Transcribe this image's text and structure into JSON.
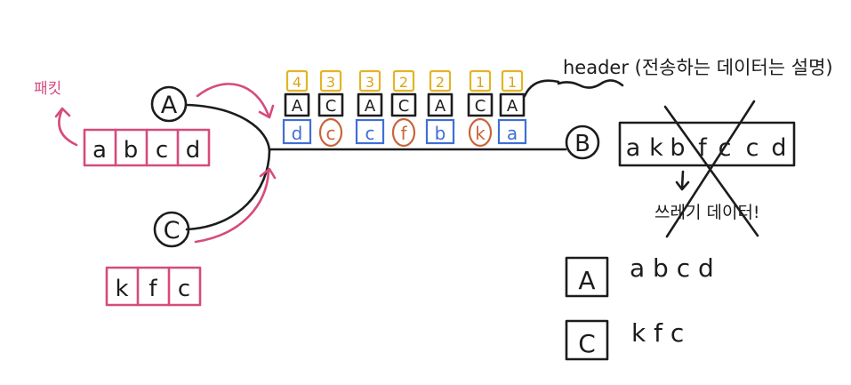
{
  "nodes": {
    "a": "A",
    "b": "B",
    "c": "C"
  },
  "sender_a_label": "패킷",
  "sender_a_data": [
    "a",
    "b",
    "c",
    "d"
  ],
  "sender_c_data": [
    "k",
    "f",
    "c"
  ],
  "header_note": "header (전송하는 데이터는 설명)",
  "stream": {
    "numbers": [
      "4",
      "3",
      "3",
      "2",
      "2",
      "1",
      "1"
    ],
    "sources": [
      "A",
      "C",
      "A",
      "C",
      "A",
      "C",
      "A"
    ],
    "payload": [
      "d",
      "c",
      "c",
      "f",
      "b",
      "k",
      "a"
    ]
  },
  "received_data": [
    "a",
    "k",
    "b",
    "f",
    "c",
    "c",
    "d"
  ],
  "garbage_label": "쓰레기 데이터!",
  "result": {
    "a_label": "A",
    "a_data": "a  b  c  d",
    "c_label": "C",
    "c_data": "k  f  c"
  },
  "colors": {
    "ink": "#1c1c1c",
    "pink": "#d64b7e",
    "yellow": "#e4b326",
    "blue": "#3f6fd6",
    "orange": "#c8643a"
  }
}
